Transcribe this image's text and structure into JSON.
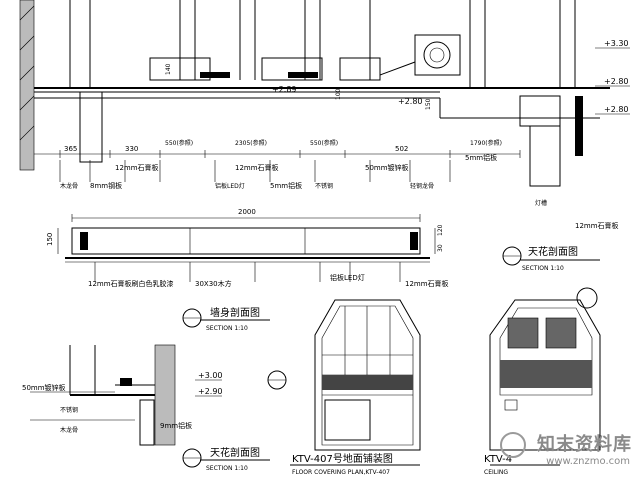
{
  "section_a": {
    "levels": [
      "+3.30",
      "+2.89",
      "+2.80",
      "+2.80",
      "+2.80"
    ],
    "dims": [
      "365",
      "330",
      "550(参照)",
      "2305(参照)",
      "550(参照)",
      "502",
      "1790(参照)",
      "140",
      "100",
      "150"
    ],
    "materials": [
      "12mm石膏板",
      "12mm石膏板",
      "5mm铝板",
      "50mm镀锌板",
      "5mm铝板",
      "12mm石膏板"
    ],
    "notes": [
      "木龙骨",
      "8mm钢板",
      "铝板LED灯",
      "不锈钢",
      "轻钢龙骨",
      "灯槽"
    ]
  },
  "section_b": {
    "width_dim": "2000",
    "height_dim": "150",
    "side_dims": [
      "120",
      "30"
    ],
    "callouts": [
      "12mm石膏板刷白色乳胶漆",
      "30X30木方",
      "铝板LED灯",
      "12mm石膏板"
    ]
  },
  "titles": {
    "wall_section": "墙身剖面图",
    "wall_scale": "SECTION 1:10",
    "ceiling_section_right": "天花剖面图",
    "ceiling_scale_right": "SECTION 1:10",
    "ceiling_section_bottom": "天花剖面图",
    "ceiling_scale_bottom": "SECTION 1:10",
    "floor_plan_title": "KTV-407号地面铺装图",
    "floor_plan_sub": "FLOOR COVERING PLAN,KTV-407",
    "ceiling_plan_title": "KTV-4",
    "ceiling_plan_sub": "CEILING"
  },
  "section_c": {
    "levels": [
      "+3.00",
      "+2.90"
    ],
    "dims": [
      "50mm镀锌板",
      "9mm铝板"
    ],
    "notes": [
      "不锈钢",
      "木龙骨"
    ]
  },
  "watermark": {
    "name": "知末资料库",
    "url": "www.znzmo.com"
  }
}
